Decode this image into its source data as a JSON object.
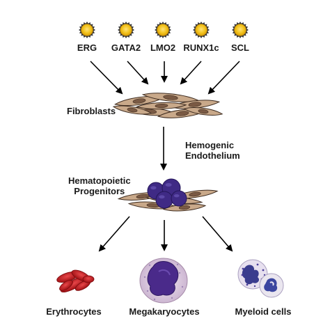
{
  "factors": [
    {
      "name": "ERG"
    },
    {
      "name": "GATA2"
    },
    {
      "name": "LMO2"
    },
    {
      "name": "RUNX1c"
    },
    {
      "name": "SCL"
    }
  ],
  "stages": {
    "fibroblasts": "Fibroblasts",
    "hemogenic_line1": "Hemogenic",
    "hemogenic_line2": "Endothelium",
    "progenitors_line1": "Hematopoietic",
    "progenitors_line2": "Progenitors"
  },
  "outputs": {
    "erythrocytes": "Erythrocytes",
    "megakaryocytes": "Megakaryocytes",
    "myeloid": "Myeloid cells"
  },
  "colors": {
    "factor_fill": "#f2c31c",
    "factor_center": "#e8a80c",
    "factor_ray": "#3a3a3a",
    "fibroblast_fill": "#c9a98a",
    "fibroblast_stroke": "#3d2b1f",
    "progenitor": "#3f2a85",
    "erythrocyte": "#c0161b",
    "megakaryocyte_body": "#dcc8dc",
    "megakaryocyte_nucleus": "#4a2a8a",
    "myeloid_body": "#e2dcea",
    "myeloid_nucleus": "#3a3c8e",
    "arrow": "#000000"
  }
}
